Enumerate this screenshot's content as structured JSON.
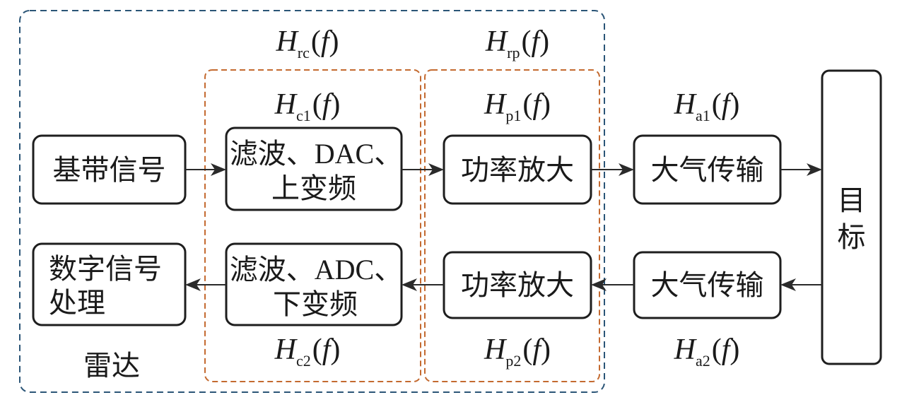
{
  "radar_label": "雷达",
  "math": {
    "open": "(",
    "close": ")"
  },
  "transfer": {
    "h_rc": {
      "symbol": "H",
      "sub": "rc",
      "arg": "f"
    },
    "h_rp": {
      "symbol": "H",
      "sub": "rp",
      "arg": "f"
    },
    "h_c1": {
      "symbol": "H",
      "sub": "c1",
      "arg": "f"
    },
    "h_p1": {
      "symbol": "H",
      "sub": "p1",
      "arg": "f"
    },
    "h_a1": {
      "symbol": "H",
      "sub": "a1",
      "arg": "f"
    },
    "h_c2": {
      "symbol": "H",
      "sub": "c2",
      "arg": "f"
    },
    "h_p2": {
      "symbol": "H",
      "sub": "p2",
      "arg": "f"
    },
    "h_a2": {
      "symbol": "H",
      "sub": "a2",
      "arg": "f"
    }
  },
  "blocks": {
    "baseband": "基带信号",
    "tx_filter": {
      "line1": "滤波、DAC、",
      "line2": "上变频"
    },
    "tx_pa": "功率放大",
    "tx_atm": "大气传输",
    "target": {
      "line1": "目",
      "line2": "标"
    },
    "dsp": {
      "line1": "数字信号",
      "line2": "处理"
    },
    "rx_filter": {
      "line1": "滤波、ADC、",
      "line2": "下变频"
    },
    "rx_pa": "功率放大",
    "rx_atm": "大气传输"
  }
}
